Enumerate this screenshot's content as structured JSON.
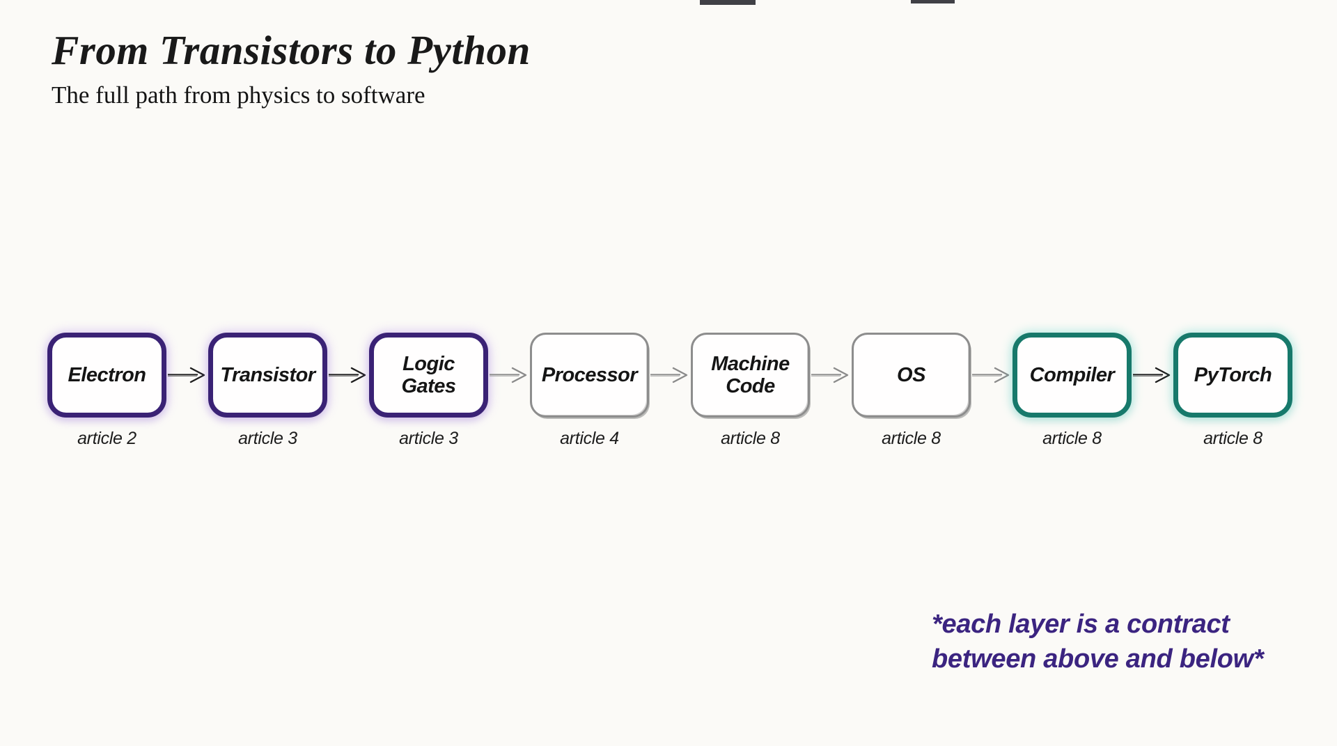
{
  "header": {
    "title": "From Transistors to Python",
    "subtitle": "The full path from physics to software"
  },
  "flow": {
    "nodes": [
      {
        "label": "Electron",
        "label_lines": [
          "Electron"
        ],
        "article": "article 2",
        "theme": "purple"
      },
      {
        "label": "Transistor",
        "label_lines": [
          "Transistor"
        ],
        "article": "article 3",
        "theme": "purple"
      },
      {
        "label": "Logic Gates",
        "label_lines": [
          "Logic",
          "Gates"
        ],
        "article": "article 3",
        "theme": "purple"
      },
      {
        "label": "Processor",
        "label_lines": [
          "Processor"
        ],
        "article": "article 4",
        "theme": "gray"
      },
      {
        "label": "Machine Code",
        "label_lines": [
          "Machine",
          "Code"
        ],
        "article": "article 8",
        "theme": "gray"
      },
      {
        "label": "OS",
        "label_lines": [
          "OS"
        ],
        "article": "article 8",
        "theme": "gray"
      },
      {
        "label": "Compiler",
        "label_lines": [
          "Compiler"
        ],
        "article": "article 8",
        "theme": "teal"
      },
      {
        "label": "PyTorch",
        "label_lines": [
          "PyTorch"
        ],
        "article": "article 8",
        "theme": "teal"
      }
    ],
    "arrows": [
      {
        "from": "Electron",
        "to": "Transistor",
        "tone": "black"
      },
      {
        "from": "Transistor",
        "to": "Logic Gates",
        "tone": "black"
      },
      {
        "from": "Logic Gates",
        "to": "Processor",
        "tone": "gray"
      },
      {
        "from": "Processor",
        "to": "Machine Code",
        "tone": "gray"
      },
      {
        "from": "Machine Code",
        "to": "OS",
        "tone": "gray"
      },
      {
        "from": "OS",
        "to": "Compiler",
        "tone": "gray"
      },
      {
        "from": "Compiler",
        "to": "PyTorch",
        "tone": "black"
      }
    ]
  },
  "note": {
    "line1": "*each layer is a contract",
    "line2": "between above and below*"
  },
  "colors": {
    "background": "#fbfaf7",
    "box_purple": "#3a2275",
    "box_teal": "#17796b",
    "box_gray": "#8d8d8d",
    "arrow_black": "#1e1e1e",
    "arrow_gray": "#8a8a8a",
    "note_purple": "#3b2480",
    "text": "#151515"
  }
}
